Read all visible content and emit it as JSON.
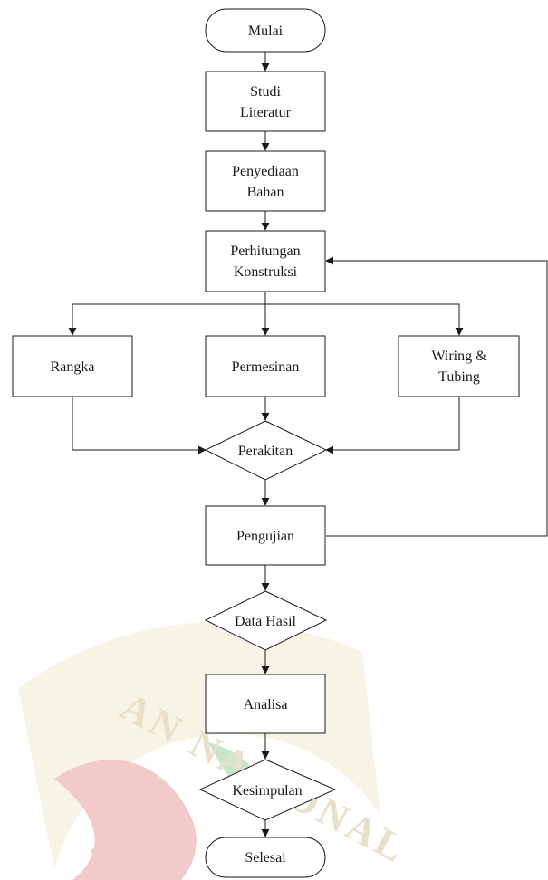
{
  "nodes": {
    "start": "Mulai",
    "studi_1": "Studi",
    "studi_2": "Literatur",
    "bahan_1": "Penyediaan",
    "bahan_2": "Bahan",
    "konstruksi_1": "Perhitungan",
    "konstruksi_2": "Konstruksi",
    "rangka": "Rangka",
    "permesinan": "Permesinan",
    "wiring_1": "Wiring &",
    "wiring_2": "Tubing",
    "perakitan": "Perakitan",
    "pengujian": "Pengujian",
    "data_hasil": "Data Hasil",
    "analisa": "Analisa",
    "kesimpulan": "Kesimpulan",
    "end": "Selesai"
  },
  "watermark": {
    "text": "AN NASIONAL",
    "colors": {
      "ring": "#e8d9a8",
      "text": "#d9c7a0",
      "red": "#e9a0a0",
      "green": "#9fd39f"
    }
  }
}
